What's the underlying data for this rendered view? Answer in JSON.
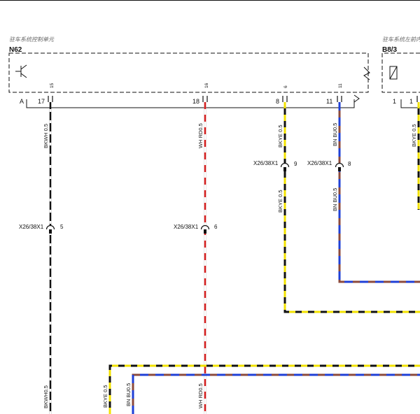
{
  "colors": {
    "background": "#ffffff",
    "black": "#111111",
    "white": "#ffffff",
    "red": "#d61f1f",
    "yellow": "#f2e200",
    "brown": "#8b4a3c",
    "blue": "#1f3fd6"
  },
  "components": {
    "n62": {
      "caption": "驻车系统控制单元",
      "id": "N62",
      "ground_pin": "A",
      "pins": {
        "p17": "17",
        "p18": "18",
        "p8": "8",
        "p11": "11"
      },
      "vertical_labels": {
        "v17": "15",
        "v18": "16",
        "v8": "6",
        "v11": "11"
      }
    },
    "b8_3": {
      "caption": "驻车系统左前内",
      "id": "B8/3",
      "pins": {
        "p1a": "1",
        "p1b": "1"
      }
    }
  },
  "wires": {
    "w17_top": "BKWH 0.5",
    "w18_top": "WH RD0.5",
    "w8_top": "BKYE 0.5",
    "w11_top": "BN BU0.5",
    "w8_mid": "BKYE 0.5",
    "w11_mid": "BN BU0.5",
    "b8_top": "BKYE 0.5",
    "w17_bot": "BKWH0.5",
    "w18_bot": "WH RD0.5",
    "yk_bot": "BKYE 0.5",
    "bn_bot": "BN BU0.5"
  },
  "connectors": {
    "c9": {
      "name": "X26/38X1",
      "pin": "9"
    },
    "c8": {
      "name": "X26/38X1",
      "pin": "8"
    },
    "c5": {
      "name": "X26/38X1",
      "pin": "5"
    },
    "c6": {
      "name": "X26/38X1",
      "pin": "6"
    }
  }
}
